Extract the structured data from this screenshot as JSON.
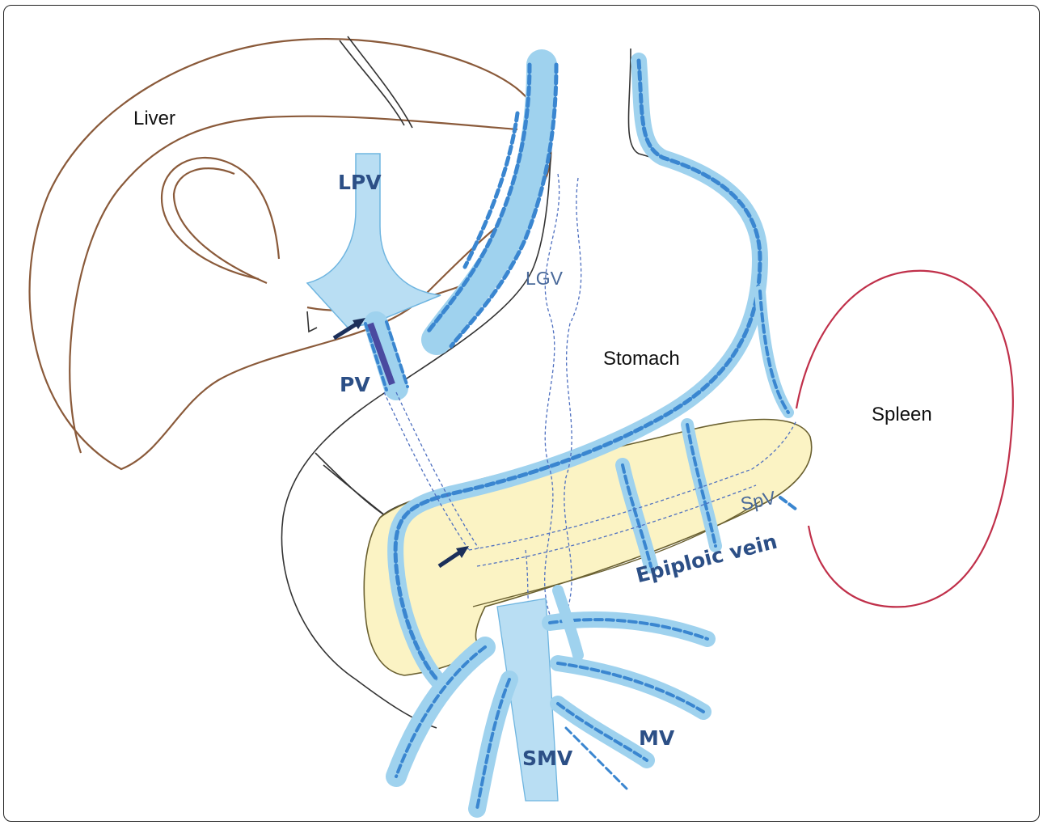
{
  "labels": {
    "liver": "Liver",
    "lpv": "LPV",
    "pv": "PV",
    "lgv": "LGV",
    "stomach": "Stomach",
    "spleen": "Spleen",
    "spv": "SpV",
    "epiploic_vein": "Epiploic vein",
    "smv": "SMV",
    "mv": "MV"
  },
  "colors": {
    "vein_blue": "#3a86d0",
    "vein_light": "#9fd2ee",
    "label_blue": "#2c4f86",
    "liver_outline": "#8a5a3a",
    "spleen_outline": "#c0304a",
    "pancreas_fill": "#fbf3c4",
    "arrow": "#1b2f5a"
  }
}
